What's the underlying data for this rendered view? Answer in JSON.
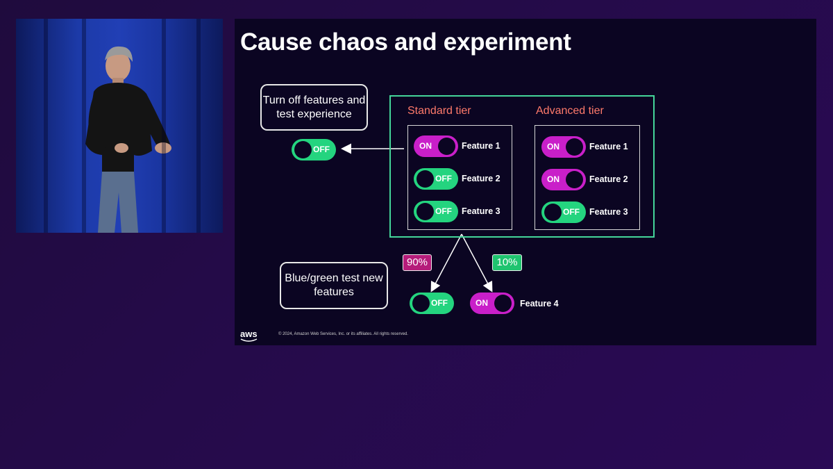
{
  "slide": {
    "title": "Cause chaos and experiment",
    "callouts": {
      "turn_off": "Turn off features and test experience",
      "blue_green": "Blue/green test new features"
    },
    "tiers": [
      {
        "name": "Standard tier",
        "features": [
          {
            "label": "Feature 1",
            "state": "ON"
          },
          {
            "label": "Feature 2",
            "state": "OFF"
          },
          {
            "label": "Feature 3",
            "state": "OFF"
          }
        ]
      },
      {
        "name": "Advanced tier",
        "features": [
          {
            "label": "Feature 1",
            "state": "ON"
          },
          {
            "label": "Feature 2",
            "state": "ON"
          },
          {
            "label": "Feature 3",
            "state": "OFF"
          }
        ]
      }
    ],
    "test_off_toggle": "OFF",
    "split": {
      "left_pct": "90%",
      "right_pct": "10%",
      "left_toggle": "OFF",
      "right_toggle": "ON",
      "feature_label": "Feature 4"
    },
    "logo": "aws",
    "copyright": "© 2024, Amazon Web Services, Inc. or its affiliates. All rights reserved."
  },
  "colors": {
    "on": "#c91fc9",
    "off": "#24d47f",
    "tier_title": "#ff7a6b",
    "group_border": "#44d69a"
  }
}
